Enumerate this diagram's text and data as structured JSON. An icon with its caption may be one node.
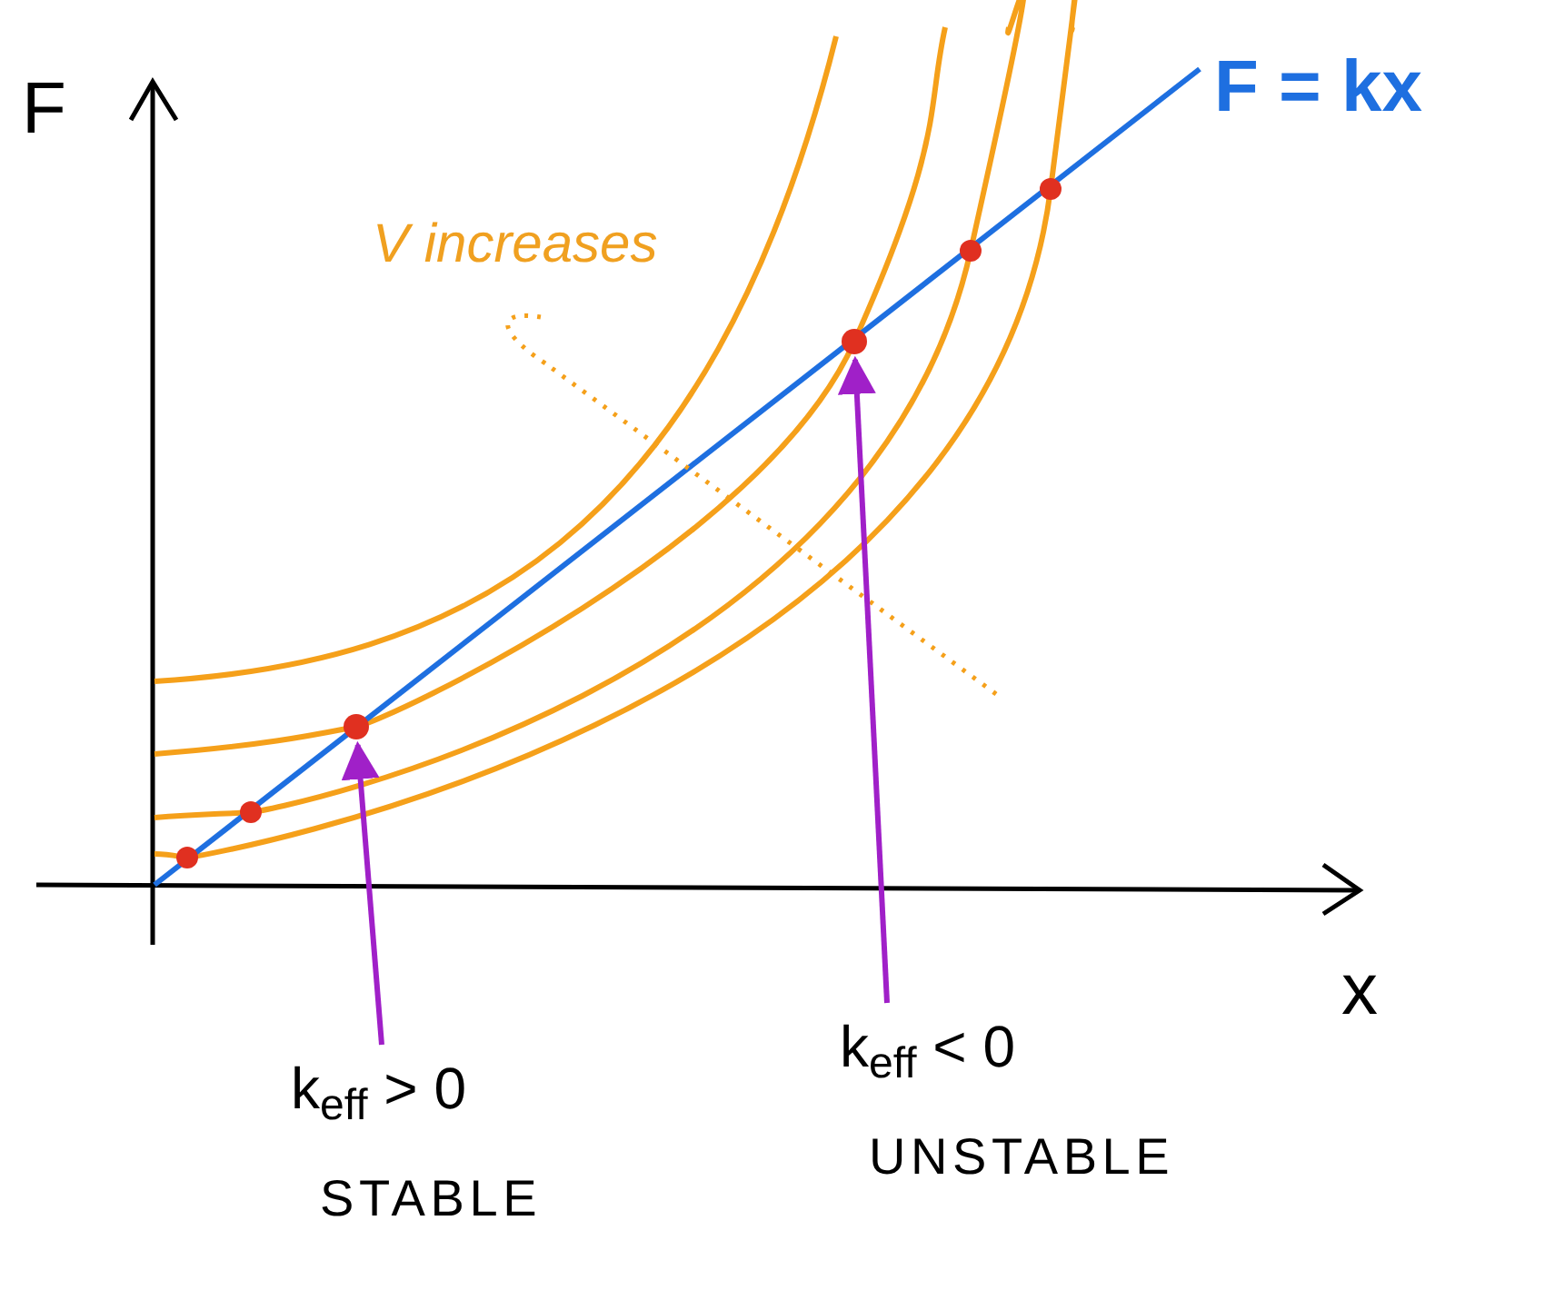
{
  "diagram": {
    "nodes": [
      {
        "text": [
          "k$_{eff}$ > 0",
          "STABLE"
        ]
      },
      {
        "text": [],
        "shape": "circle"
      },
      {
        "text": [
          "k$_{eff}$ < 0",
          "UNSTABLE"
        ]
      },
      {
        "text": [],
        "shape": "circle"
      }
    ],
    "edges": [
      {
        "from": 0,
        "to": 1,
        "arrow": "to"
      },
      {
        "from": 2,
        "to": 3,
        "arrow": "to"
      }
    ],
    "labels": [
      "F",
      "x",
      "F = kx",
      "V increases"
    ]
  }
}
